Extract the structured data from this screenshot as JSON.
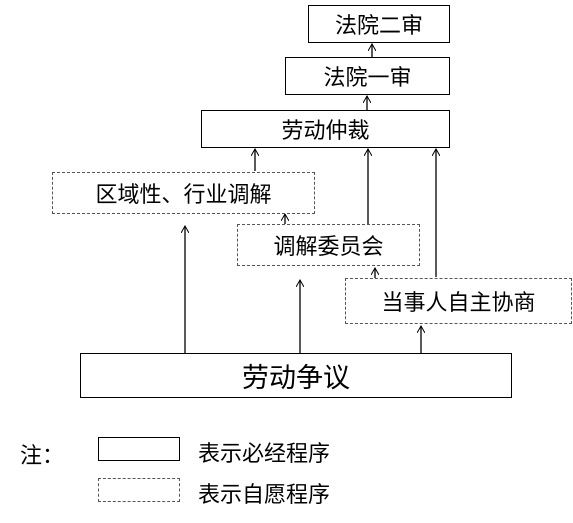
{
  "nodes": {
    "appeal_trial": "法院二审",
    "first_trial": "法院一审",
    "arbitration": "劳动仲裁",
    "regional_mediation": "区域性、行业调解",
    "mediation_committee": "调解委员会",
    "negotiation": "当事人自主协商",
    "dispute": "劳动争议"
  },
  "legend": {
    "note": "注：",
    "required": "表示必经程序",
    "voluntary": "表示自愿程序"
  },
  "colors": {
    "line": "#000000",
    "dashed_border": "#555555"
  }
}
